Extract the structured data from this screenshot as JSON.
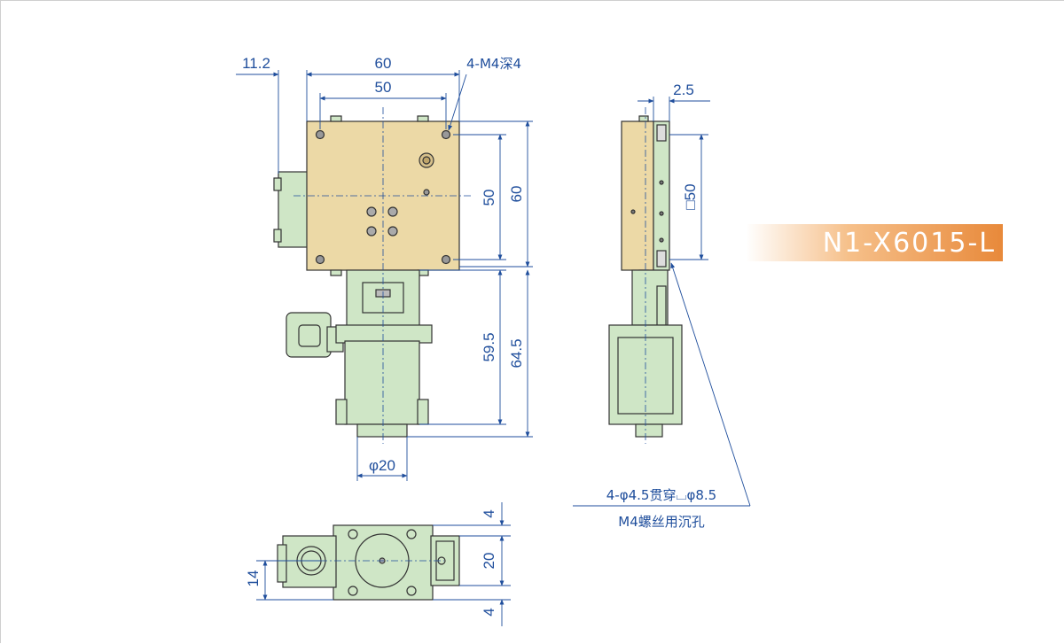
{
  "model": "N1-X6015-L",
  "dimensions": {
    "top_offset": "11.2",
    "top_width_outer": "60",
    "top_width_inner": "50",
    "top_holes": "4-M4深4",
    "side_thickness": "2.5",
    "right_inner": "50",
    "right_outer": "60",
    "motor_inner": "59.5",
    "motor_outer": "64.5",
    "motor_dia": "φ20",
    "side_square": "□50",
    "hole_spec_line1": "4-φ4.5贯穿⌴φ8.5",
    "hole_spec_line2": "M4螺丝用沉孔",
    "bottom_top": "4",
    "bottom_mid": "20",
    "bottom_bot": "4",
    "bottom_left": "14"
  },
  "colors": {
    "stage_top": "#ecd9a6",
    "body_green": "#cfe6c6",
    "outline": "#333333",
    "dim_line": "#1f4e9c",
    "label_bg": "#e8893a"
  }
}
